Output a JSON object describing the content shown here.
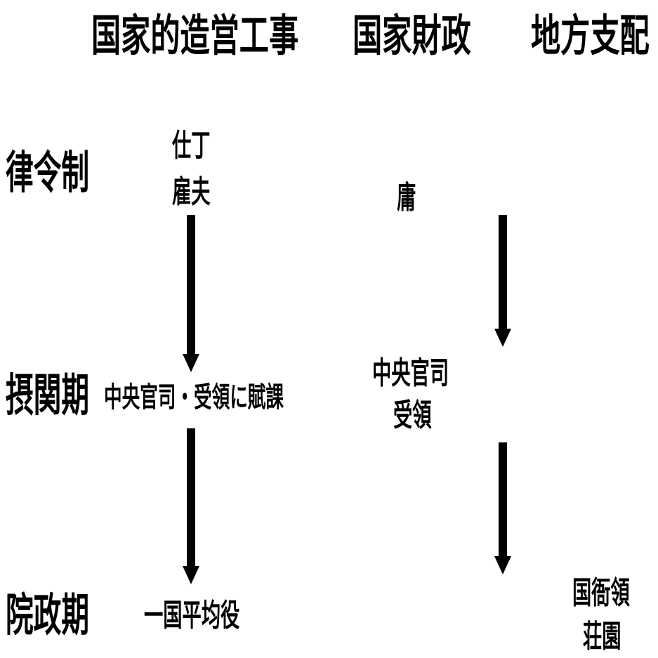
{
  "columns": [
    "国家的造営工事",
    "国家財政",
    "地方支配"
  ],
  "rows": [
    "律令制",
    "摂関期",
    "院政期"
  ],
  "cells": {
    "ritsuryo_construction": [
      "仕丁",
      "雇夫"
    ],
    "ritsuryo_finance": "庸",
    "sekkan_construction": "中央官司・受領に賦課",
    "sekkan_finance": [
      "中央官司",
      "受領"
    ],
    "insei_construction": "一国平均役",
    "insei_local": [
      "国衙領",
      "荘園"
    ]
  }
}
